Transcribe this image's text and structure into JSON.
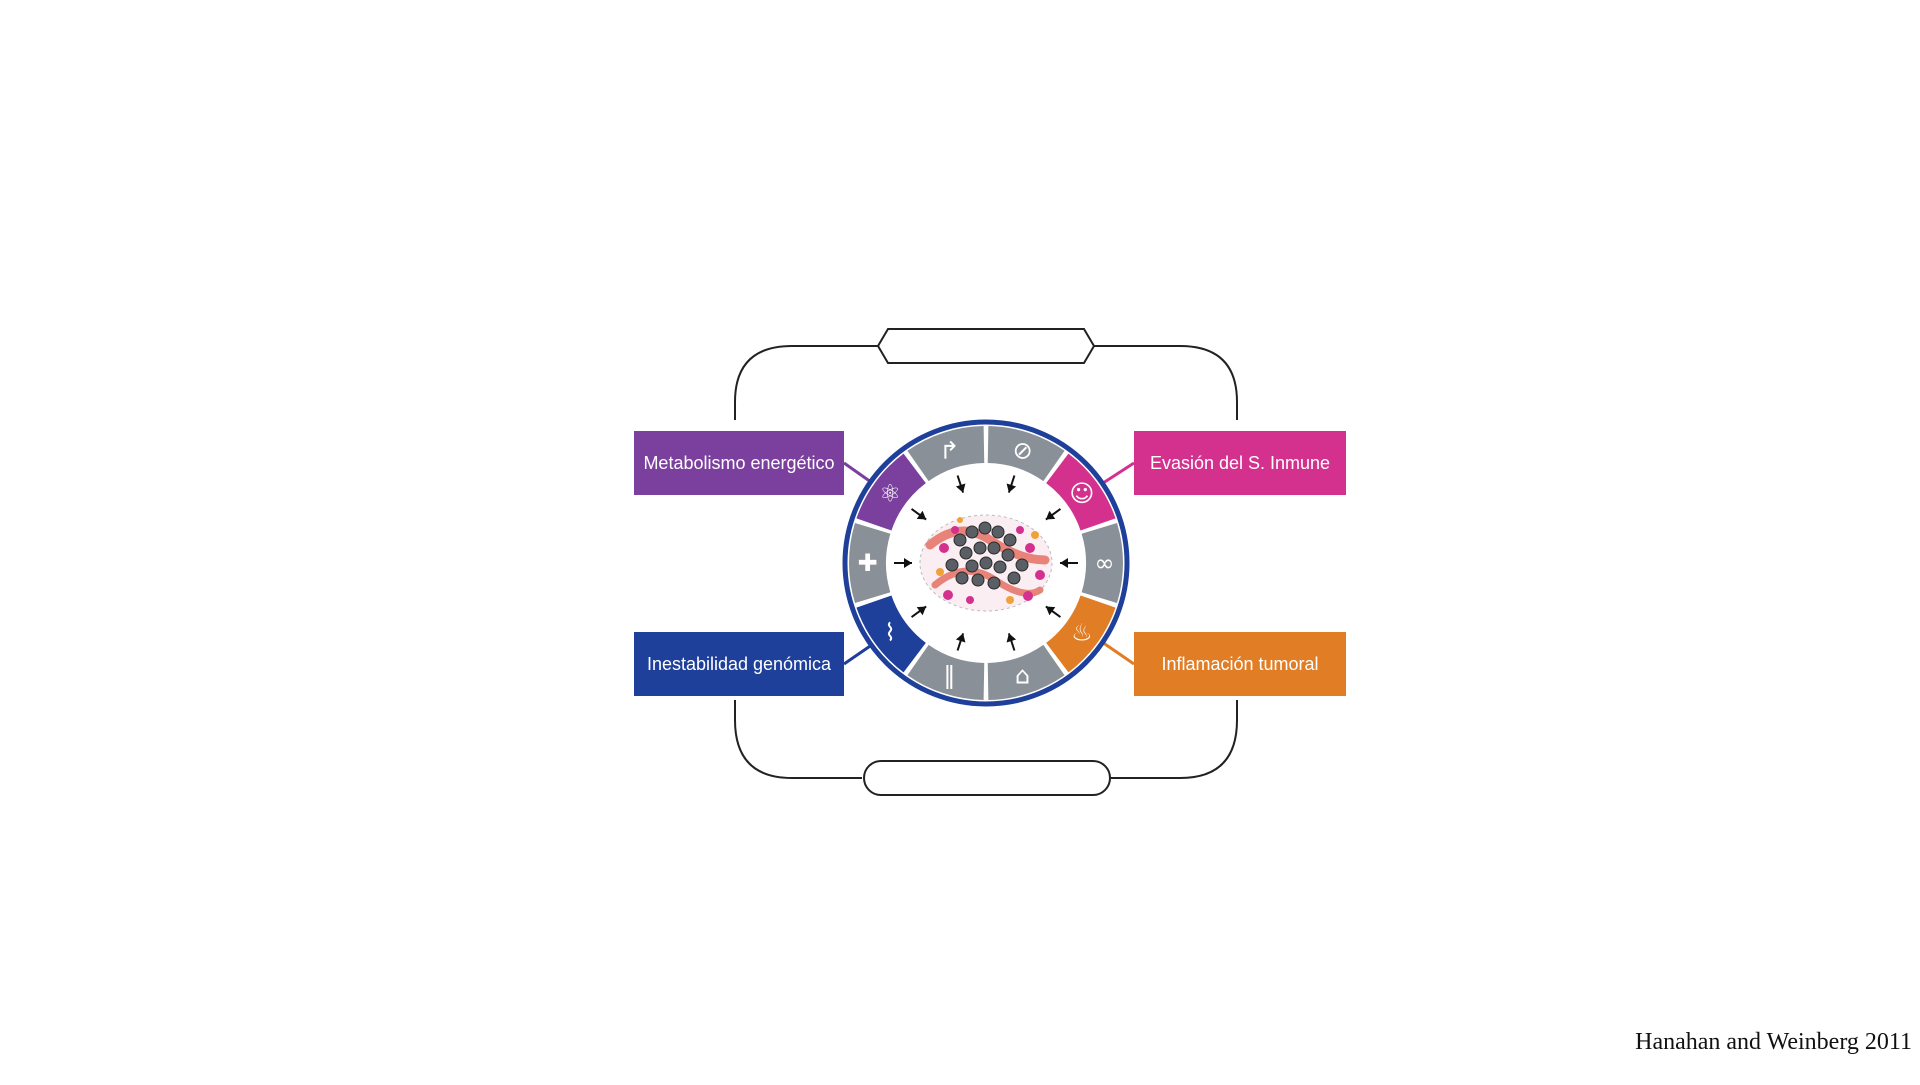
{
  "diagram": {
    "boxes": {
      "metabolism": {
        "label": "Metabolismo energético",
        "color": "#7b3f9e"
      },
      "immune": {
        "label": "Evasión del S. Inmune",
        "color": "#d4318f"
      },
      "genomic": {
        "label": "Inestabilidad genómica",
        "color": "#1e3f9a"
      },
      "inflammation": {
        "label": "Inflamación tumoral",
        "color": "#e17d24"
      }
    },
    "wheel": {
      "ring_color": "#1e3f9a",
      "segment_gray": "#8a9097",
      "segments": [
        {
          "icon": "proliferative-arrow-icon",
          "color": "#8a9097"
        },
        {
          "icon": "no-entry-icon",
          "color": "#8a9097"
        },
        {
          "icon": "immune-cell-icon",
          "color": "#d4318f"
        },
        {
          "icon": "infinity-icon",
          "color": "#8a9097"
        },
        {
          "icon": "fire-icon",
          "color": "#e17d24"
        },
        {
          "icon": "ghost-cell-icon",
          "color": "#8a9097"
        },
        {
          "icon": "vessel-icon",
          "color": "#8a9097"
        },
        {
          "icon": "dna-mutation-icon",
          "color": "#1e3f9a"
        },
        {
          "icon": "cross-icon",
          "color": "#8a9097"
        },
        {
          "icon": "atom-icon",
          "color": "#7b3f9e"
        }
      ]
    },
    "top_connector_label": "",
    "bottom_connector_label": ""
  },
  "citation": "Hanahan and Weinberg 2011"
}
